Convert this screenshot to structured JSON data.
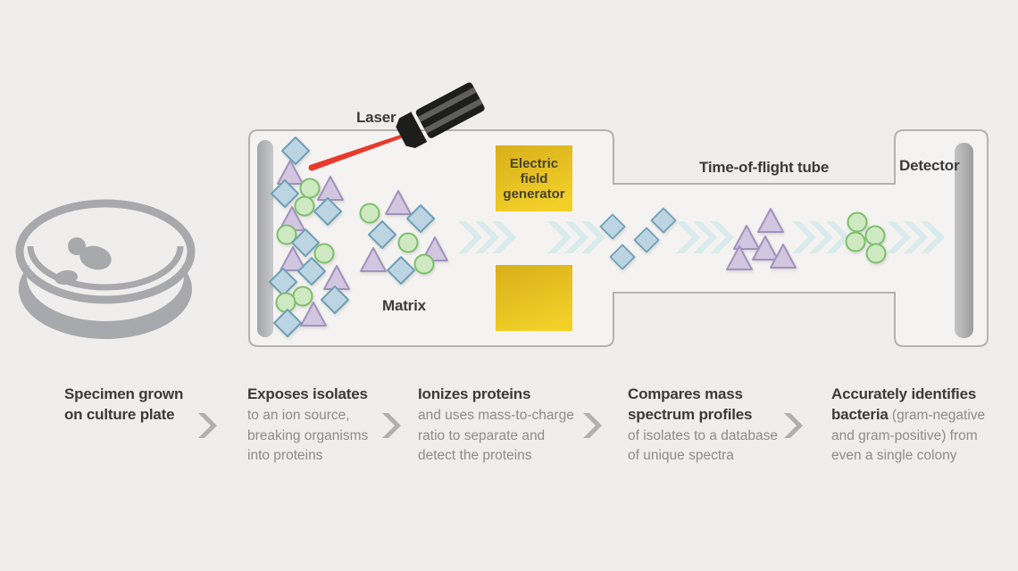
{
  "colors": {
    "bg": "#f0eeec",
    "vessel-fill": "#f5f3f1",
    "vessel-stroke": "#b5b2af",
    "metal-gray": "#a7a9ac",
    "title-text": "#3d3b39",
    "body-text": "#8e8c89",
    "yellow-dark": "#d8af1b",
    "yellow-light": "#f2d028",
    "efg-text": "#474130",
    "diamond-fill": "#bdd5e3",
    "diamond-stroke": "#6fa0b6",
    "triangle-fill": "#d2c6e0",
    "triangle-stroke": "#a192bd",
    "circle-fill": "#cfe9c2",
    "circle-stroke": "#7cc06c",
    "chevron-teal": "#d9ebec",
    "arrow-gray": "#b2b0ad",
    "beam-red": "#e8392b",
    "laser-black": "#1d1d1b",
    "laser-stripe": "#5f5f5d"
  },
  "diagram": {
    "laser_label": "Laser",
    "matrix_label": "Matrix",
    "efg_label": "Electric field generator",
    "tof_label": "Time-of-flight tube",
    "detector_label": "Detector"
  },
  "steps": [
    {
      "lines": [
        {
          "b": "Specimen grown"
        },
        {
          "b": "on culture plate"
        }
      ]
    },
    {
      "lines": [
        {
          "b": "Exposes isolates"
        },
        {
          "r": "to an ion source,"
        },
        {
          "r": "breaking organisms"
        },
        {
          "r": "into proteins"
        }
      ]
    },
    {
      "lines": [
        {
          "b": "Ionizes proteins"
        },
        {
          "r": "and uses mass-to-charge"
        },
        {
          "r": "ratio to separate and"
        },
        {
          "r": "detect the proteins"
        }
      ]
    },
    {
      "lines": [
        {
          "b": "Compares mass"
        },
        {
          "b": "spectrum profiles"
        },
        {
          "r": "of isolates to a database"
        },
        {
          "r": "of unique spectra"
        }
      ]
    },
    {
      "lines": [
        {
          "b": "Accurately identifies"
        },
        {
          "b": "bacteria",
          "r": " (gram-negative"
        },
        {
          "r": " and gram-positive) from"
        },
        {
          "r": "even a single colony"
        }
      ]
    }
  ]
}
